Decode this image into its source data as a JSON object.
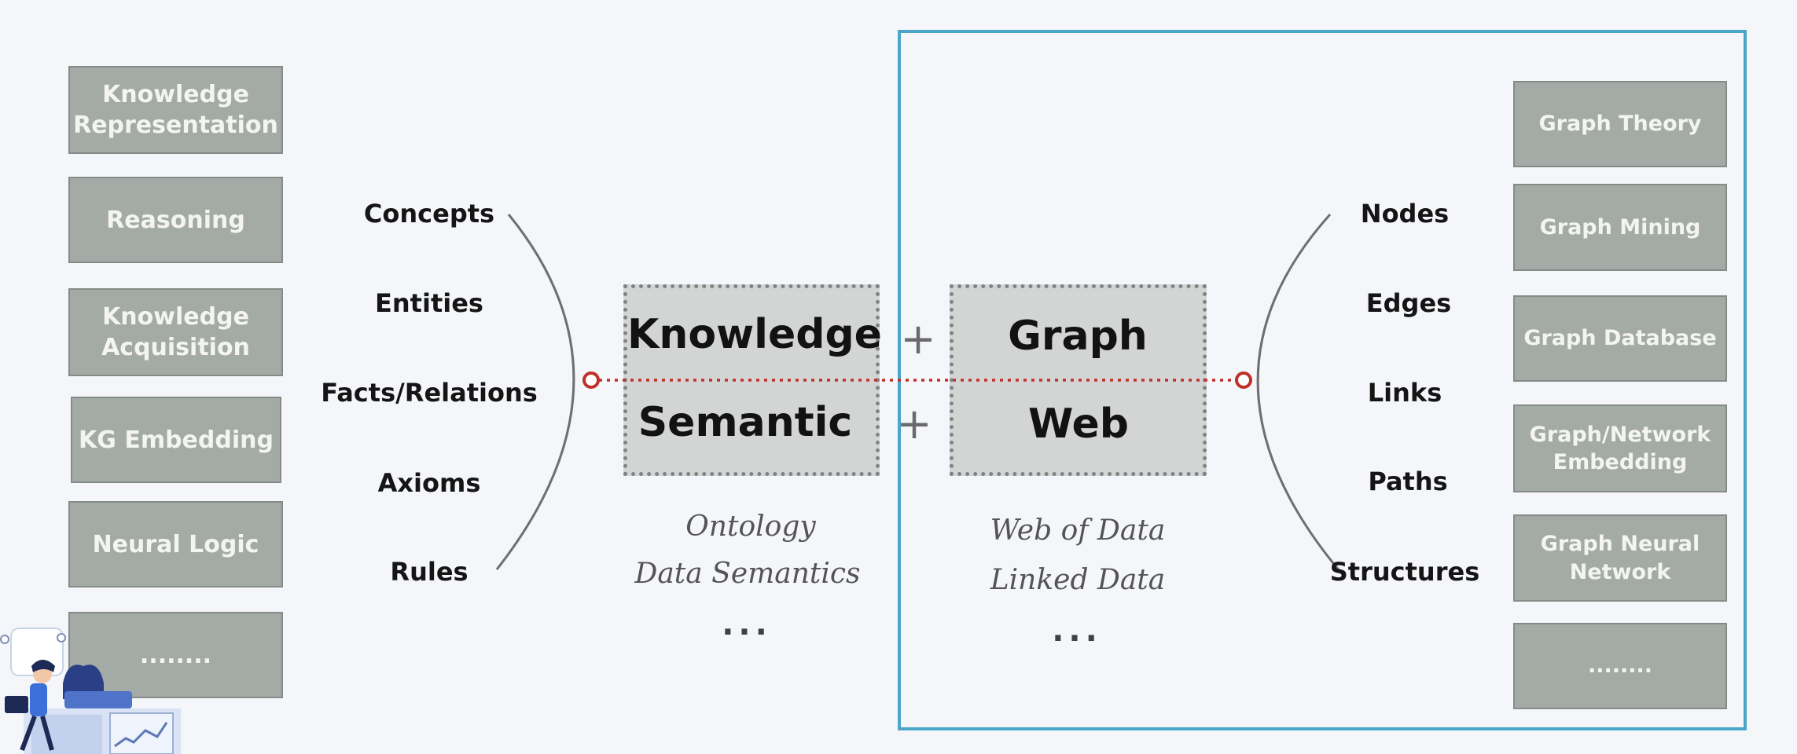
{
  "left_boxes": [
    "Knowledge Representation",
    "Reasoning",
    "Knowledge Acquisition",
    "KG Embedding",
    "Neural Logic",
    "........"
  ],
  "left_terms": [
    "Concepts",
    "Entities",
    "Facts/Relations",
    "Axioms",
    "Rules"
  ],
  "center": {
    "left_top": "Knowledge",
    "left_bottom": "Semantic",
    "plus": "+",
    "right_top": "Graph",
    "right_bottom": "Web",
    "left_notes": [
      "Ontology",
      "Data Semantics"
    ],
    "right_notes": [
      "Web of Data",
      "Linked Data"
    ],
    "ellipsis": "..."
  },
  "right_terms": [
    "Nodes",
    "Edges",
    "Links",
    "Paths",
    "Structures"
  ],
  "right_boxes": [
    "Graph Theory",
    "Graph Mining",
    "Graph Database",
    "Graph/Network Embedding",
    "Graph Neural Network",
    "........"
  ],
  "colors": {
    "frame": "#4aa6c8",
    "connector": "#c0302a",
    "box_fill": "#a4aba6",
    "central_fill": "#d3d5d4"
  },
  "icons": [
    "presenter-figure-illustration"
  ]
}
